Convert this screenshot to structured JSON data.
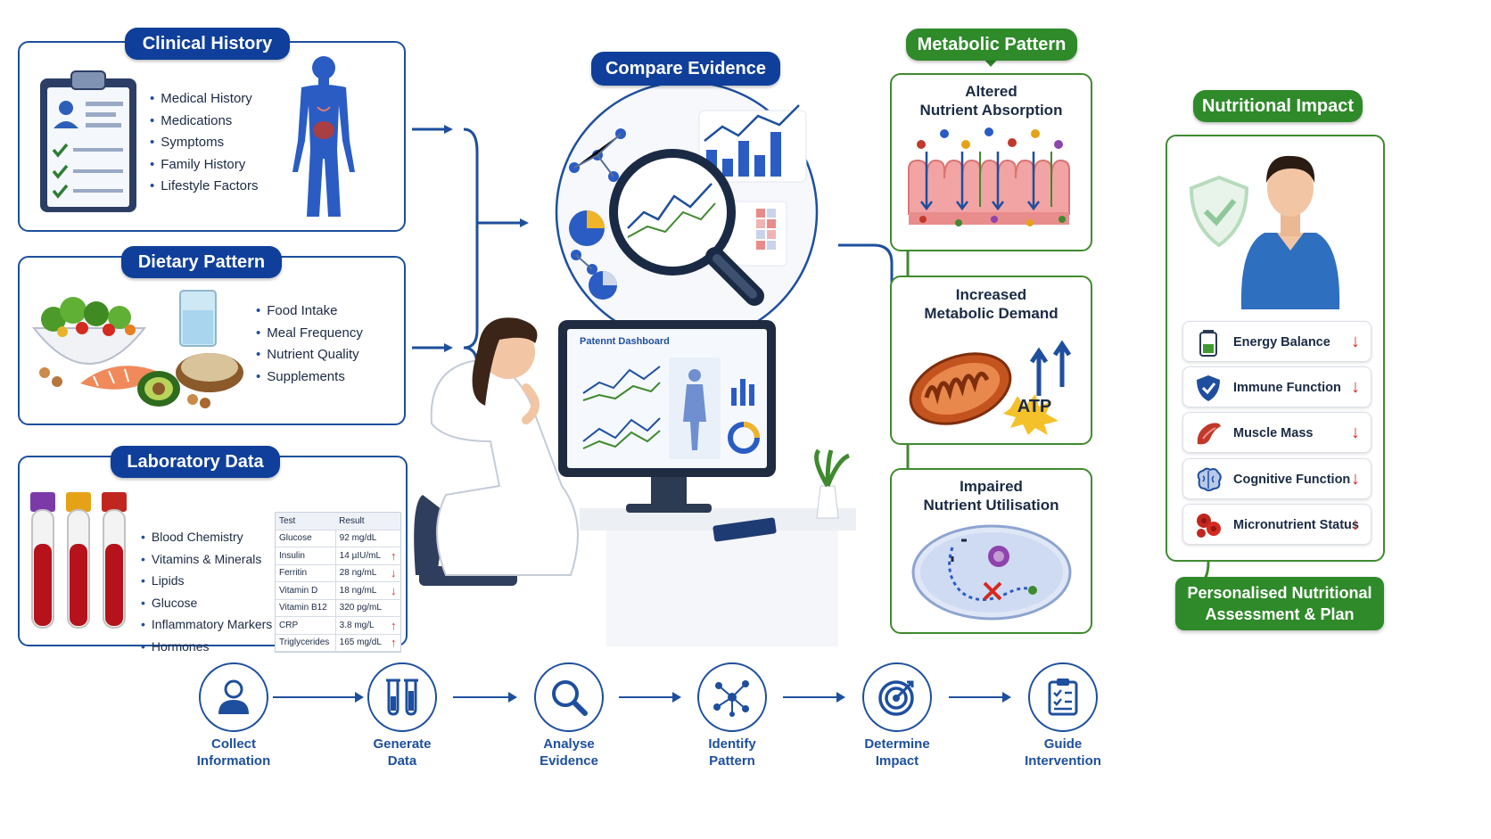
{
  "clinical_history": {
    "title": "Clinical History",
    "items": [
      "Medical History",
      "Medications",
      "Symptoms",
      "Family History",
      "Lifestyle Factors"
    ]
  },
  "dietary_pattern": {
    "title": "Dietary Pattern",
    "items": [
      "Food Intake",
      "Meal Frequency",
      "Nutrient Quality",
      "Supplements"
    ]
  },
  "laboratory_data": {
    "title": "Laboratory Data",
    "items": [
      "Blood Chemistry",
      "Vitamins & Minerals",
      "Lipids",
      "Glucose",
      "Inflammatory Markers",
      "Hormones"
    ],
    "table": {
      "headers": [
        "Test",
        "Result"
      ],
      "rows": [
        {
          "test": "Glucose",
          "result": "92 mg/dL",
          "flag": ""
        },
        {
          "test": "Insulin",
          "result": "14 µIU/mL",
          "flag": "↑"
        },
        {
          "test": "Ferritin",
          "result": "28 ng/mL",
          "flag": "↓"
        },
        {
          "test": "Vitamin D",
          "result": "18 ng/mL",
          "flag": "↓"
        },
        {
          "test": "Vitamin B12",
          "result": "320 pg/mL",
          "flag": ""
        },
        {
          "test": "CRP",
          "result": "3.8 mg/L",
          "flag": "↑"
        },
        {
          "test": "Triglycerides",
          "result": "165 mg/dL",
          "flag": "↑"
        }
      ]
    }
  },
  "compare_evidence": {
    "title": "Compare Evidence",
    "dashboard_title": "Patennt Dashboard"
  },
  "metabolic_pattern": {
    "title": "Metabolic Pattern",
    "boxes": [
      {
        "title_line1": "Altered",
        "title_line2": "Nutrient Absorption"
      },
      {
        "title_line1": "Increased",
        "title_line2": "Metabolic Demand",
        "badge": "ATP"
      },
      {
        "title_line1": "Impaired",
        "title_line2": "Nutrient Utilisation"
      }
    ]
  },
  "nutritional_impact": {
    "title": "Nutritional Impact",
    "items": [
      {
        "label": "Energy Balance",
        "icon": "battery-icon",
        "trend": "↓"
      },
      {
        "label": "Immune Function",
        "icon": "shield-icon",
        "trend": "↓"
      },
      {
        "label": "Muscle Mass",
        "icon": "muscle-icon",
        "trend": "↓"
      },
      {
        "label": "Cognitive Function",
        "icon": "brain-icon",
        "trend": "↓"
      },
      {
        "label": "Micronutrient Status",
        "icon": "blood-cells-icon",
        "trend": "↓"
      }
    ],
    "plan_line1": "Personalised Nutritional",
    "plan_line2": "Assessment & Plan"
  },
  "process_steps": [
    {
      "line1": "Collect",
      "line2": "Information",
      "icon": "user-icon"
    },
    {
      "line1": "Generate",
      "line2": "Data",
      "icon": "test-tubes-icon"
    },
    {
      "line1": "Analyse",
      "line2": "Evidence",
      "icon": "magnifier-icon"
    },
    {
      "line1": "Identify",
      "line2": "Pattern",
      "icon": "network-icon"
    },
    {
      "line1": "Determine",
      "line2": "Impact",
      "icon": "target-icon"
    },
    {
      "line1": "Guide",
      "line2": "Intervention",
      "icon": "checklist-icon"
    }
  ],
  "colors": {
    "primary_blue": "#0f3f9a",
    "primary_green": "#2f8a2a",
    "alert_red": "#d42a20"
  }
}
